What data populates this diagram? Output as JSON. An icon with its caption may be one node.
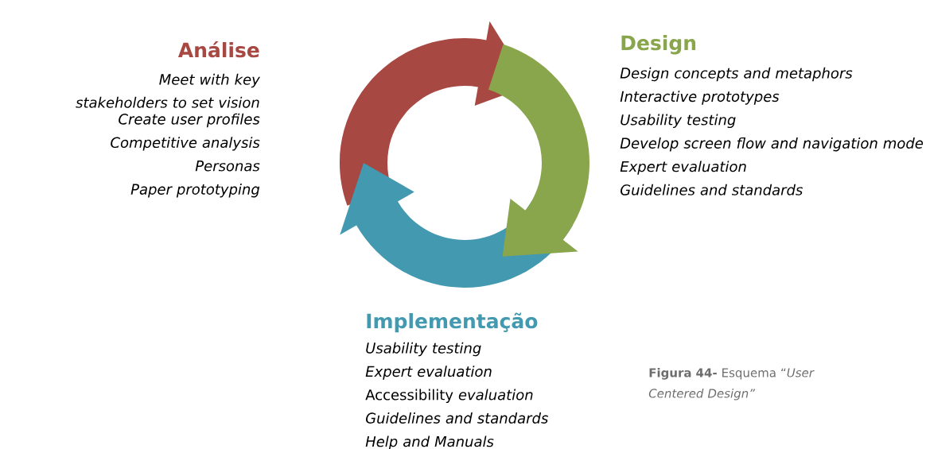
{
  "diagram": {
    "caption": "**Figura 44-** Esquema “*User Centered Design”*",
    "labels": [
      "Análise",
      "Meet with key stakeholders to set vision",
      "Create user profiles",
      "Competitive analysis",
      "Personas",
      "Paper prototyping",
      "Design",
      "Design concepts and metaphors",
      "Interactive prototypes",
      "Usability testing",
      "Develop screen flow and navigation mode",
      "Expert evaluation",
      "Guidelines and standards",
      "Implementação",
      "Usability testing",
      "Expert evaluation",
      "Accessibility *evaluation*",
      "Guidelines and standards",
      "Help and Manuals"
    ]
  }
}
